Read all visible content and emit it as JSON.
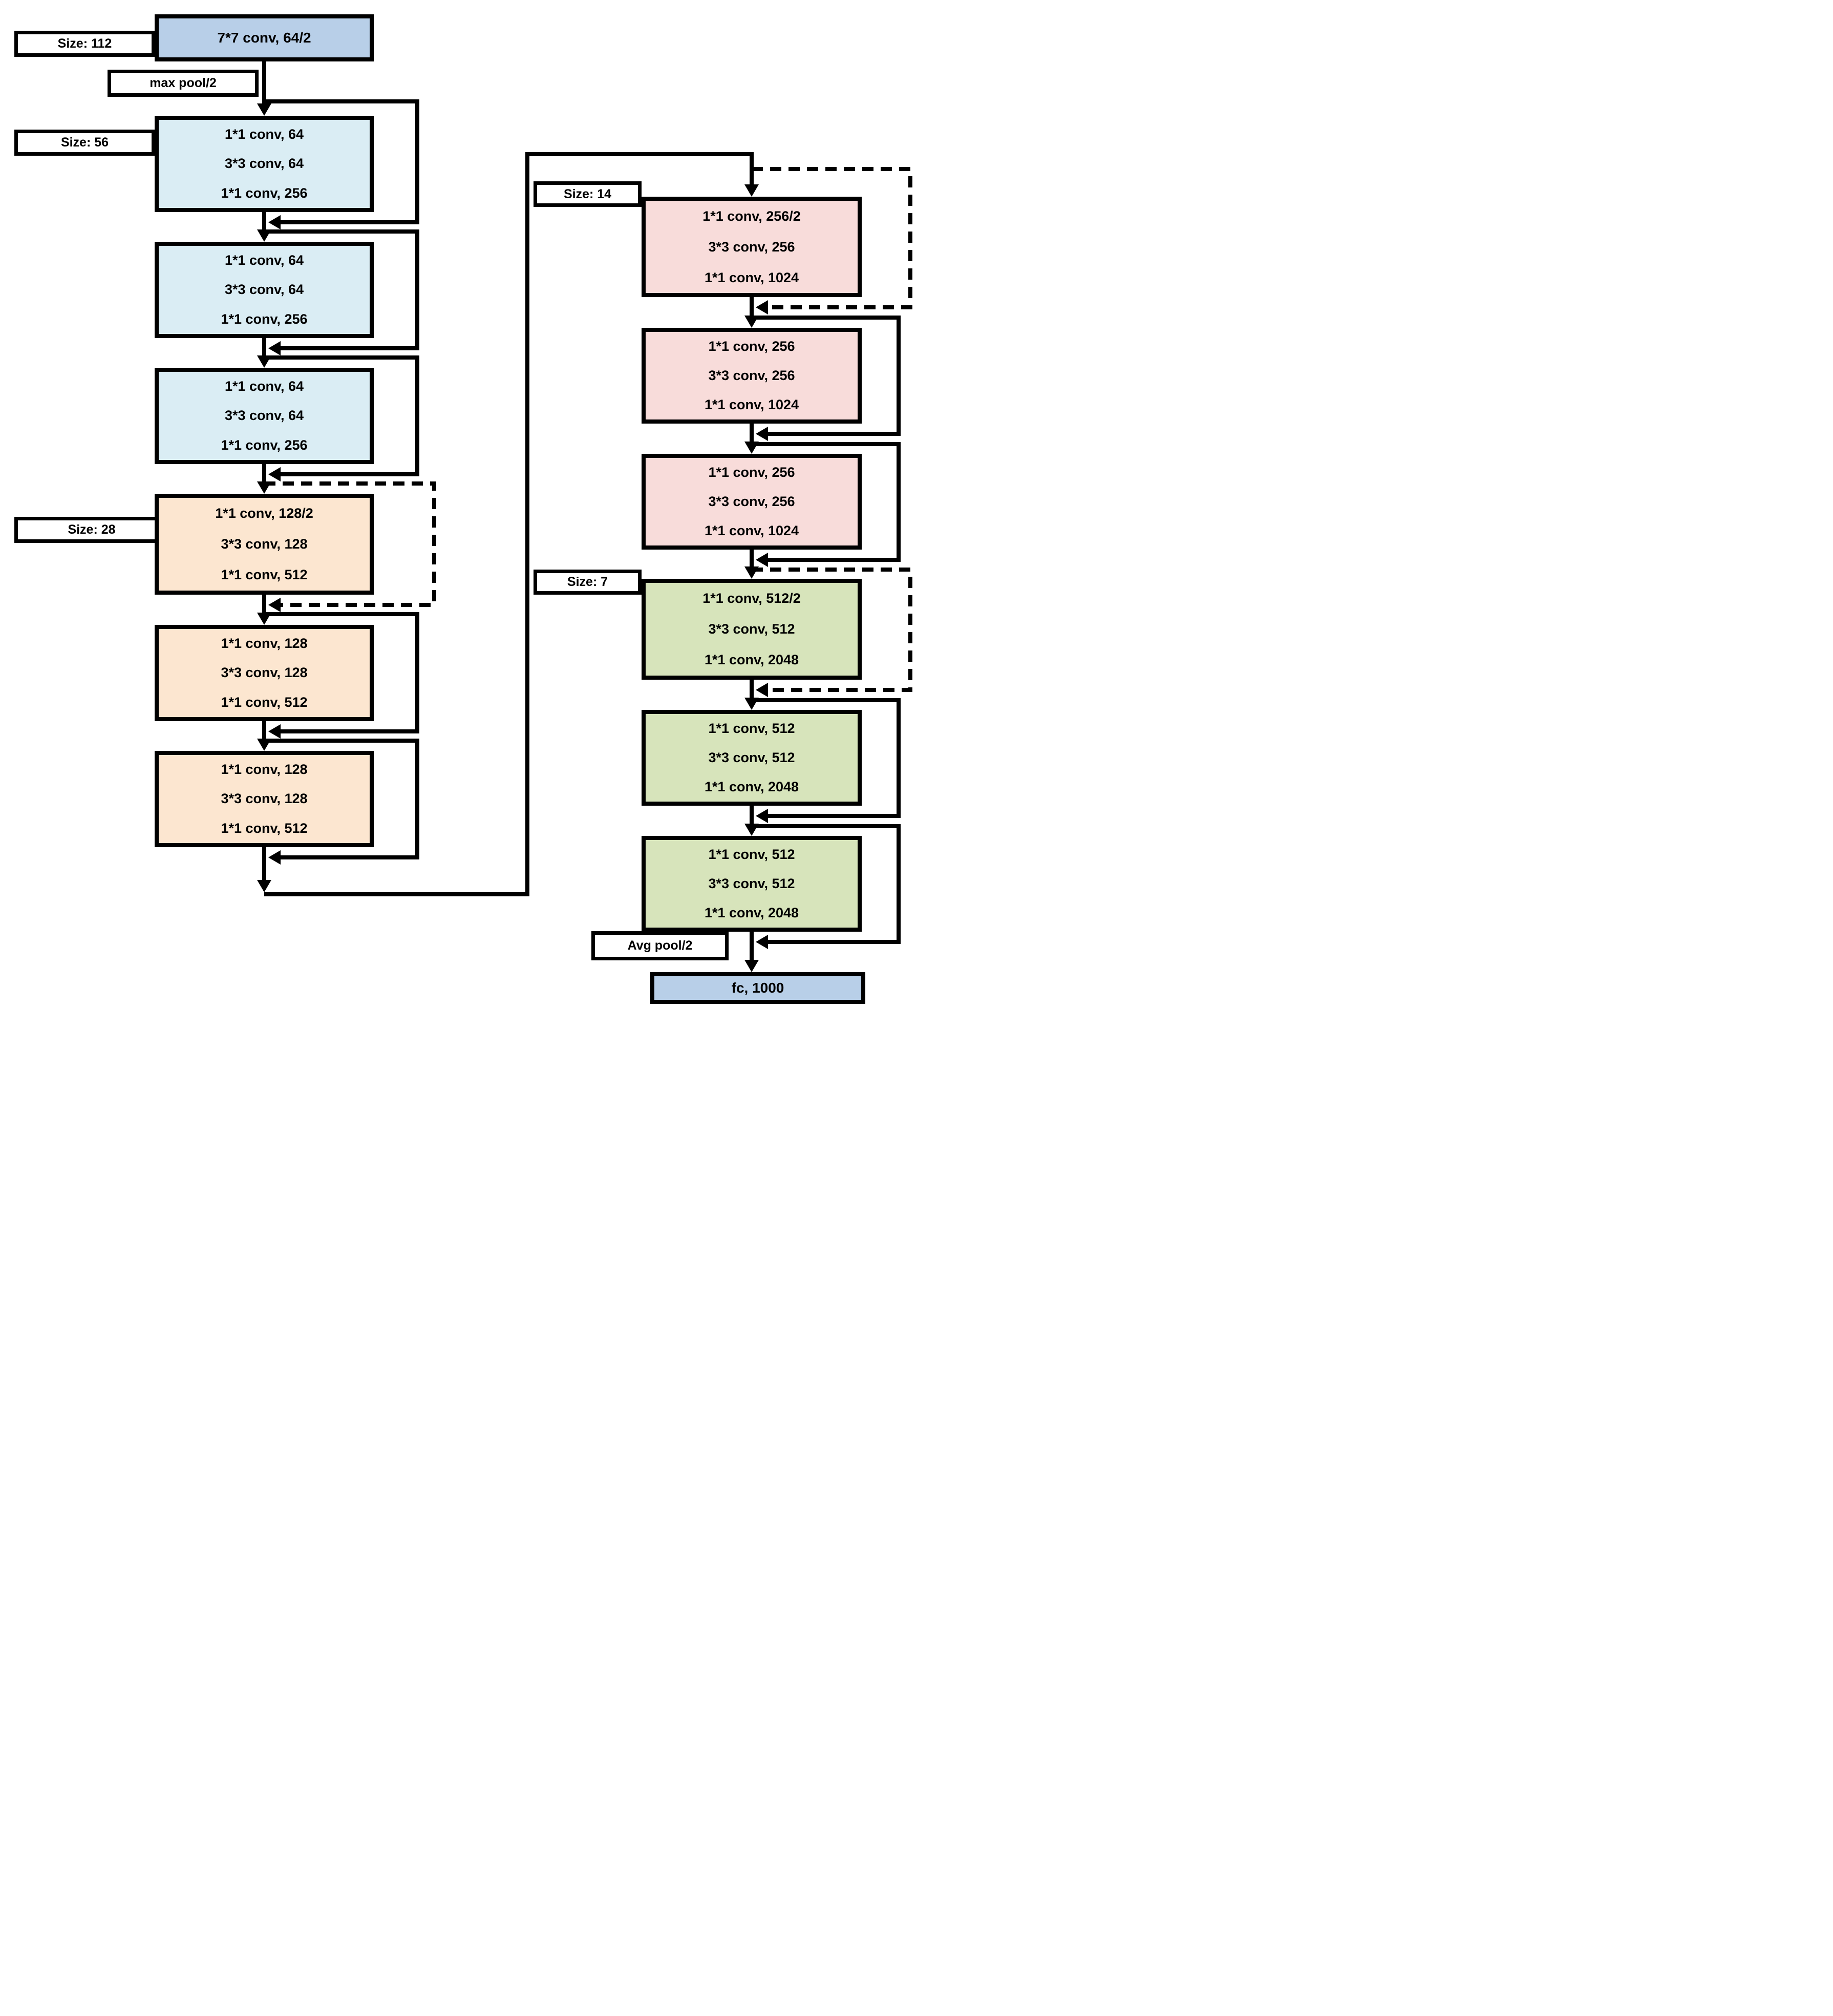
{
  "size_labels": {
    "s112": "Size: 112",
    "s56": "Size: 56",
    "s28": "Size: 28",
    "s14": "Size: 14",
    "s7": "Size: 7"
  },
  "stem": {
    "conv": "7*7 conv, 64/2",
    "pool": "max pool/2"
  },
  "head": {
    "pool": "Avg pool/2",
    "fc": "fc, 1000"
  },
  "stages": [
    {
      "id": "stage1-size56",
      "blocks": [
        [
          "1*1 conv, 64",
          "3*3 conv, 64",
          "1*1 conv, 256"
        ],
        [
          "1*1 conv, 64",
          "3*3 conv, 64",
          "1*1 conv, 256"
        ],
        [
          "1*1 conv, 64",
          "3*3 conv, 64",
          "1*1 conv, 256"
        ]
      ]
    },
    {
      "id": "stage2-size28",
      "blocks": [
        [
          "1*1 conv, 128/2",
          "3*3 conv, 128",
          "1*1 conv, 512"
        ],
        [
          "1*1 conv, 128",
          "3*3 conv, 128",
          "1*1 conv, 512"
        ],
        [
          "1*1 conv, 128",
          "3*3 conv, 128",
          "1*1 conv, 512"
        ]
      ]
    },
    {
      "id": "stage3-size14",
      "blocks": [
        [
          "1*1 conv, 256/2",
          "3*3 conv, 256",
          "1*1 conv, 1024"
        ],
        [
          "1*1 conv, 256",
          "3*3 conv, 256",
          "1*1 conv, 1024"
        ],
        [
          "1*1 conv, 256",
          "3*3 conv, 256",
          "1*1 conv, 1024"
        ]
      ]
    },
    {
      "id": "stage4-size7",
      "blocks": [
        [
          "1*1 conv, 512/2",
          "3*3 conv, 512",
          "1*1 conv, 2048"
        ],
        [
          "1*1 conv, 512",
          "3*3 conv, 512",
          "1*1 conv, 2048"
        ],
        [
          "1*1 conv, 512",
          "3*3 conv, 512",
          "1*1 conv, 2048"
        ]
      ]
    }
  ],
  "colors": {
    "stem_fill": "#b8cfe8",
    "stage1_fill": "#daedf4",
    "stage2_fill": "#fce6d0",
    "stage3_fill": "#f8dcda",
    "stage4_fill": "#d7e4bb",
    "label_fill": "#ffffff",
    "line": "#000000"
  }
}
